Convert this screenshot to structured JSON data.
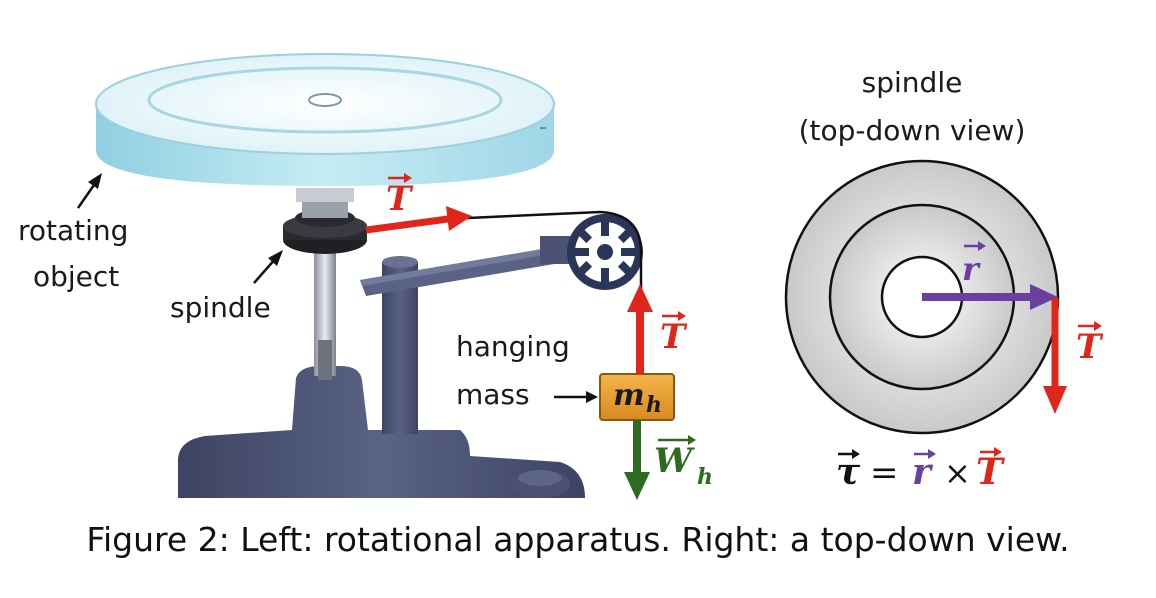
{
  "left_panel": {
    "rotating_object_label_line1": "rotating",
    "rotating_object_label_line2": "object",
    "spindle_label": "spindle",
    "hanging_mass_label_line1": "hanging",
    "hanging_mass_label_line2": "mass",
    "tension_symbol": "T",
    "mass_symbol": "m",
    "mass_subscript": "h",
    "weight_symbol": "W",
    "weight_subscript": "h"
  },
  "right_panel": {
    "title_line1": "spindle",
    "title_line2": "(top-down view)",
    "radius_symbol": "r",
    "tension_symbol": "T",
    "equation": {
      "tau": "τ",
      "equals": "=",
      "r": "r",
      "times": "×",
      "T": "T"
    }
  },
  "caption": "Figure 2: Left: rotational apparatus. Right: a top-down view.",
  "colors": {
    "tension": "#e0261b",
    "weight": "#2e6b1e",
    "radius": "#6a3fa0",
    "mass_box": "#e8a030",
    "apparatus": "#4a5173",
    "disk": "#bfe6ef"
  }
}
